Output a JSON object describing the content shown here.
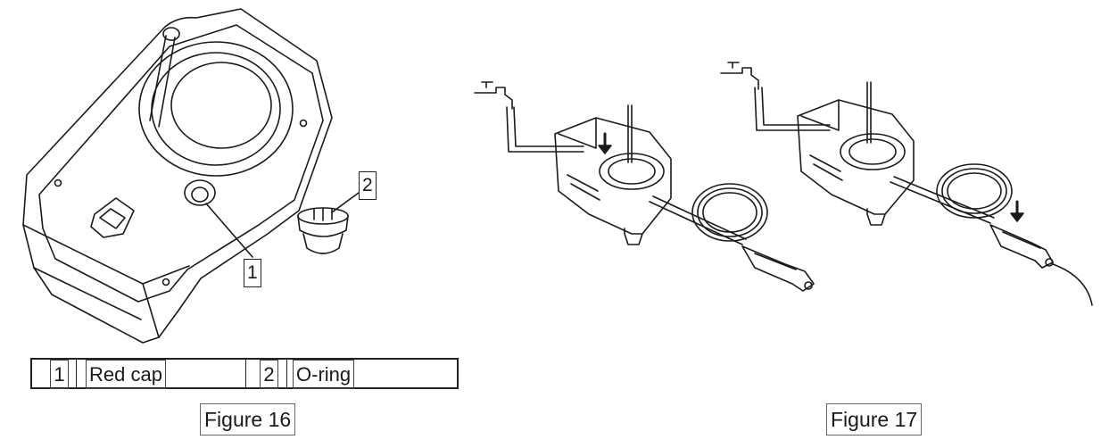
{
  "callouts": {
    "c1": "1",
    "c2": "2"
  },
  "parts_table": [
    {
      "num": "1",
      "name": "Red cap"
    },
    {
      "num": "2",
      "name": "O-ring"
    }
  ],
  "captions": {
    "fig16": "Figure 16",
    "fig17": "Figure 17"
  },
  "colors": {
    "line": "#1a1a1a",
    "background": "#ffffff"
  },
  "icons": [
    "water-tap-icon",
    "down-arrow-icon"
  ]
}
